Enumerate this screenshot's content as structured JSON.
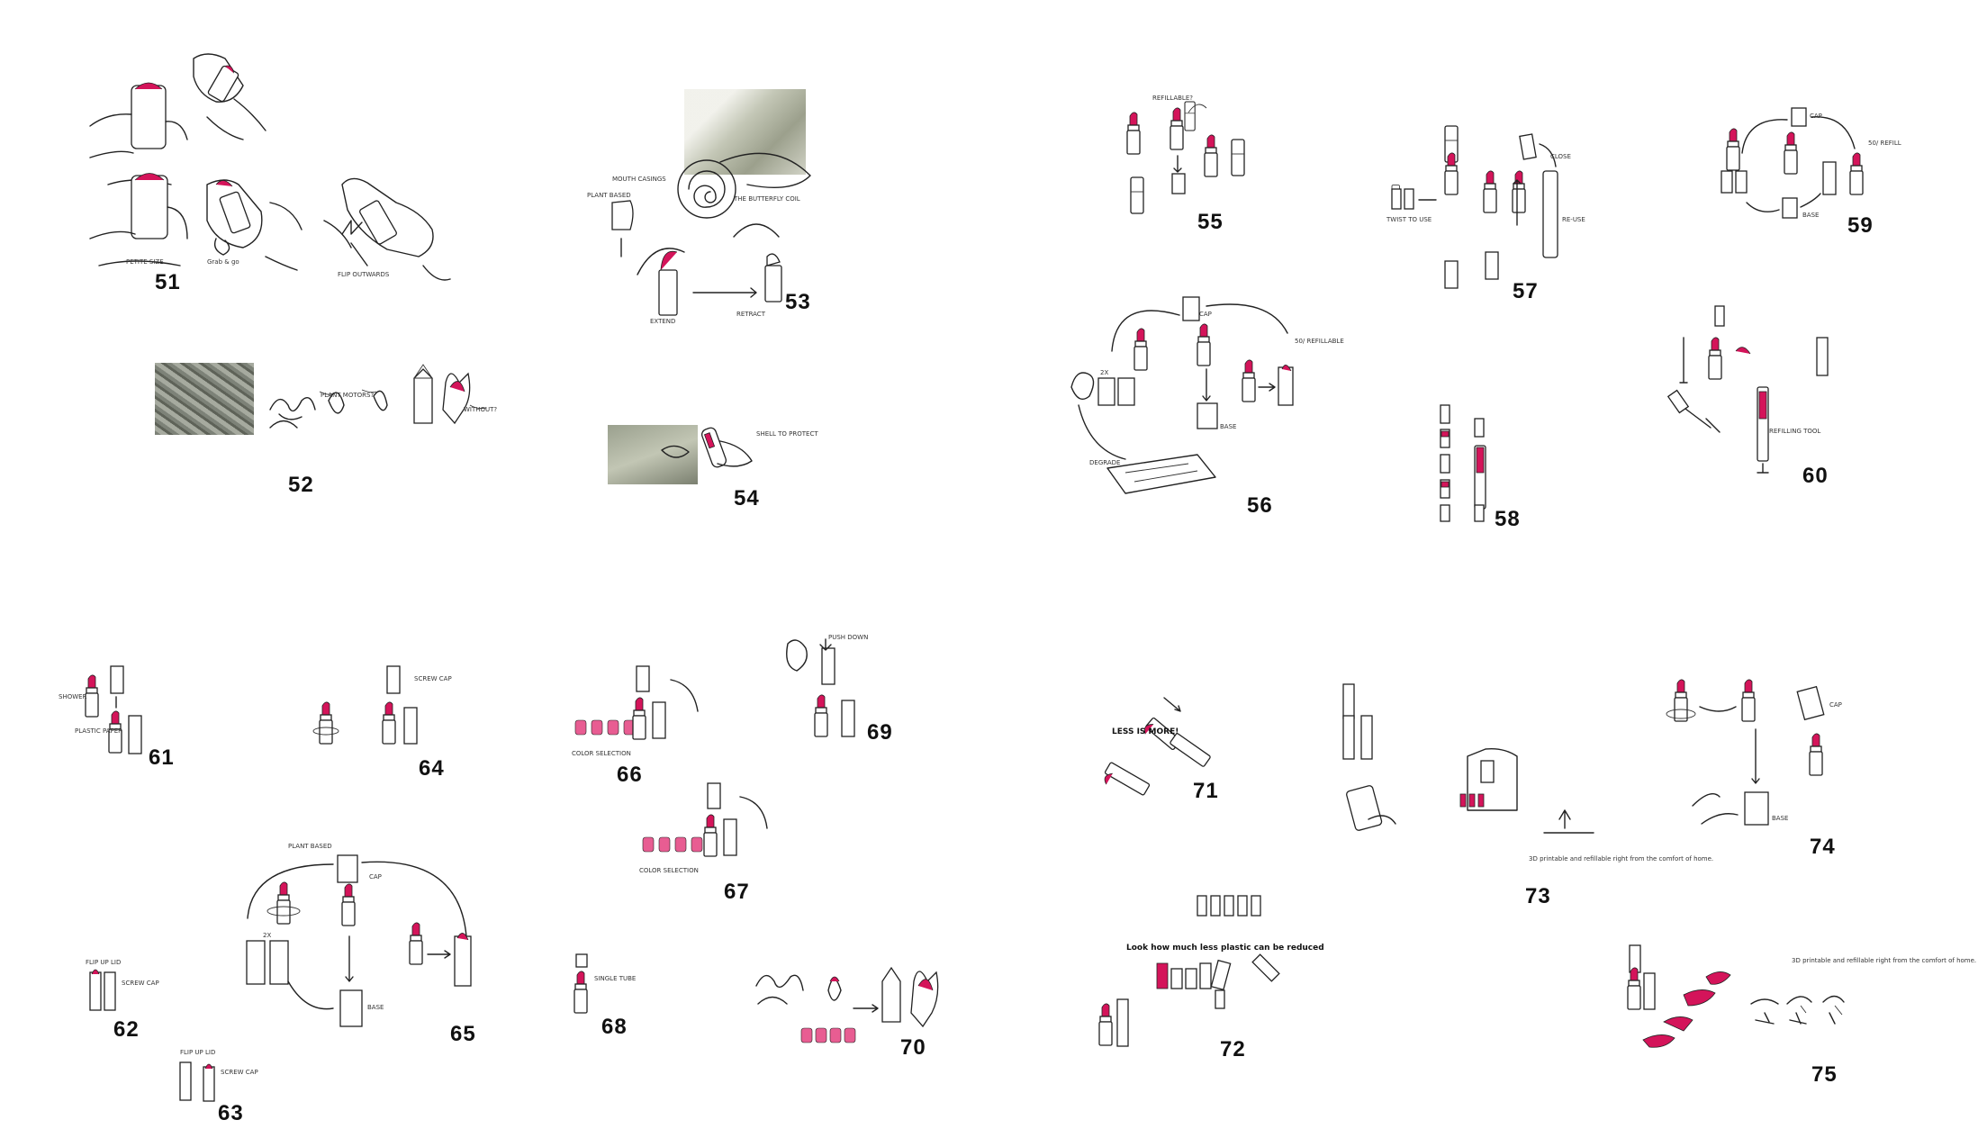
{
  "board": {
    "colors": {
      "accent": "#d4145a",
      "ink": "#222222",
      "background": "#ffffff"
    },
    "sketches": [
      {
        "id": "51",
        "label": "51",
        "notes": [
          "PETITE SIZE",
          "Grab & go",
          "FLIP OUTWARDS"
        ]
      },
      {
        "id": "52",
        "label": "52",
        "notes": [
          "PLANT MOTORS?",
          "WITHOUT?"
        ]
      },
      {
        "id": "53",
        "label": "53",
        "notes": [
          "MOUTH CASINGS",
          "THE BUTTERFLY COIL",
          "PLANT BASED",
          "EXTEND",
          "RETRACT"
        ]
      },
      {
        "id": "54",
        "label": "54",
        "notes": [
          "SHELL TO PROTECT"
        ]
      },
      {
        "id": "55",
        "label": "55",
        "notes": [
          "REFILLABLE?"
        ]
      },
      {
        "id": "56",
        "label": "56",
        "notes": [
          "CAP",
          "2X",
          "BASE",
          "50/ REFILLABLE",
          "DEGRADE"
        ]
      },
      {
        "id": "57",
        "label": "57",
        "notes": [
          "TWIST TO USE",
          "CLOSE",
          "RE-USE"
        ]
      },
      {
        "id": "58",
        "label": "58",
        "notes": []
      },
      {
        "id": "59",
        "label": "59",
        "notes": [
          "CAP",
          "BASE",
          "50/ REFILL"
        ]
      },
      {
        "id": "60",
        "label": "60",
        "notes": [
          "REFILLING TOOL"
        ]
      },
      {
        "id": "61",
        "label": "61",
        "notes": [
          "SHOWER",
          "PLASTIC PAPER"
        ]
      },
      {
        "id": "62",
        "label": "62",
        "notes": [
          "FLIP UP LID",
          "SCREW CAP"
        ]
      },
      {
        "id": "63",
        "label": "63",
        "notes": [
          "FLIP UP LID",
          "SCREW CAP"
        ]
      },
      {
        "id": "64",
        "label": "64",
        "notes": [
          "SCREW CAP"
        ]
      },
      {
        "id": "65",
        "label": "65",
        "notes": [
          "PLANT BASED",
          "CAP",
          "2X",
          "BASE"
        ]
      },
      {
        "id": "66",
        "label": "66",
        "notes": [
          "COLOR SELECTION"
        ]
      },
      {
        "id": "67",
        "label": "67",
        "notes": [
          "COLOR SELECTION"
        ]
      },
      {
        "id": "68",
        "label": "68",
        "notes": [
          "SINGLE TUBE"
        ]
      },
      {
        "id": "69",
        "label": "69",
        "notes": [
          "PUSH DOWN"
        ]
      },
      {
        "id": "70",
        "label": "70",
        "notes": []
      },
      {
        "id": "71",
        "label": "71",
        "notes": [
          "LESS IS MORE!"
        ]
      },
      {
        "id": "72",
        "label": "72",
        "notes": [
          "Look how much less plastic can be reduced"
        ]
      },
      {
        "id": "73",
        "label": "73",
        "notes": [
          "3D printable and refillable right from the comfort of home."
        ]
      },
      {
        "id": "74",
        "label": "74",
        "notes": [
          "CAP",
          "BASE"
        ]
      },
      {
        "id": "75",
        "label": "75",
        "notes": [
          "3D printable and refillable right from the comfort of home."
        ]
      }
    ]
  }
}
